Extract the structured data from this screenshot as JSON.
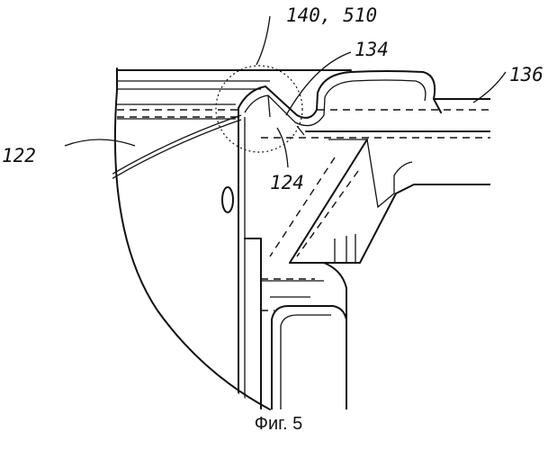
{
  "figure": {
    "caption": "Фиг. 5",
    "labels": {
      "ref_140_510": "140, 510",
      "ref_134": "134",
      "ref_136": "136",
      "ref_122": "122",
      "ref_124": "124"
    }
  }
}
